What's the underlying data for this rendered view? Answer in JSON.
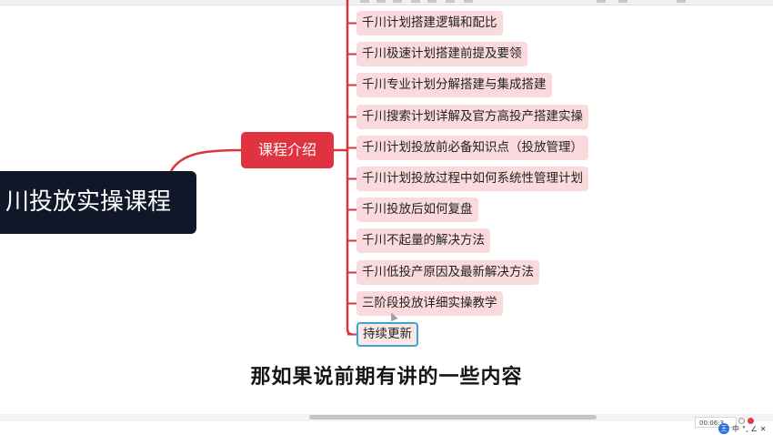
{
  "mindmap": {
    "root": {
      "label": "川投放实操课程"
    },
    "branch": {
      "label": "课程介绍"
    },
    "leaves": [
      "千川计划搭建逻辑和配比",
      "千川极速计划搭建前提及要领",
      "千川专业计划分解搭建与集成搭建",
      "千川搜索计划详解及官方高投产搭建实操",
      "千川计划投放前必备知识点（投放管理）",
      "千川计划投放过程中如何系统性管理计划",
      "千川投放后如何复盘",
      "千川不起量的解决方法",
      "千川低投产原因及最新解决方法",
      "三阶段投放详细实操教学",
      "持续更新"
    ],
    "selected_index": 10,
    "colors": {
      "root_bg": "#101729",
      "branch_bg": "#e0323f",
      "leaf_bg": "#fadadc",
      "connector": "#d9363e",
      "selection_border": "#3aa6d8"
    }
  },
  "video": {
    "subtitle": "那如果说前期有讲的一些内容",
    "time": "00:06:3"
  },
  "tray": {
    "badge": "王",
    "ime": "中",
    "punct": "°,",
    "extra": "∠",
    "extra2": "✕"
  }
}
